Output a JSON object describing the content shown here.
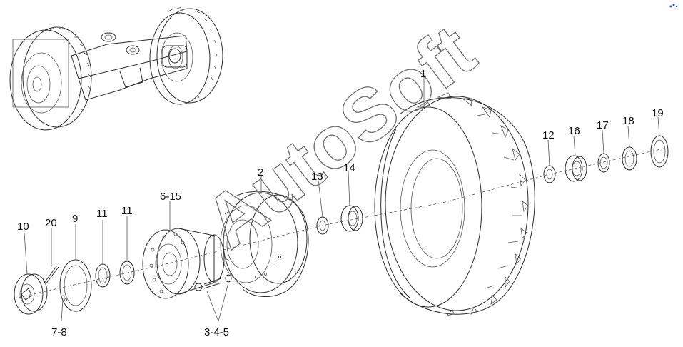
{
  "watermark": "AutoSoft",
  "callouts": {
    "c1": "1",
    "c2": "2",
    "c13": "13",
    "c14": "14",
    "c12": "12",
    "c16": "16",
    "c17": "17",
    "c18": "18",
    "c19": "19",
    "c10": "10",
    "c20": "20",
    "c9": "9",
    "c11a": "11",
    "c11b": "11",
    "c6_15": "6-15",
    "c7_8": "7-8",
    "c3_4_5": "3-4-5"
  },
  "colors": {
    "line": "#2b2b2b",
    "watermark": "#6f6f6f",
    "background": "#ffffff",
    "corner_mark": "#3355cc"
  }
}
